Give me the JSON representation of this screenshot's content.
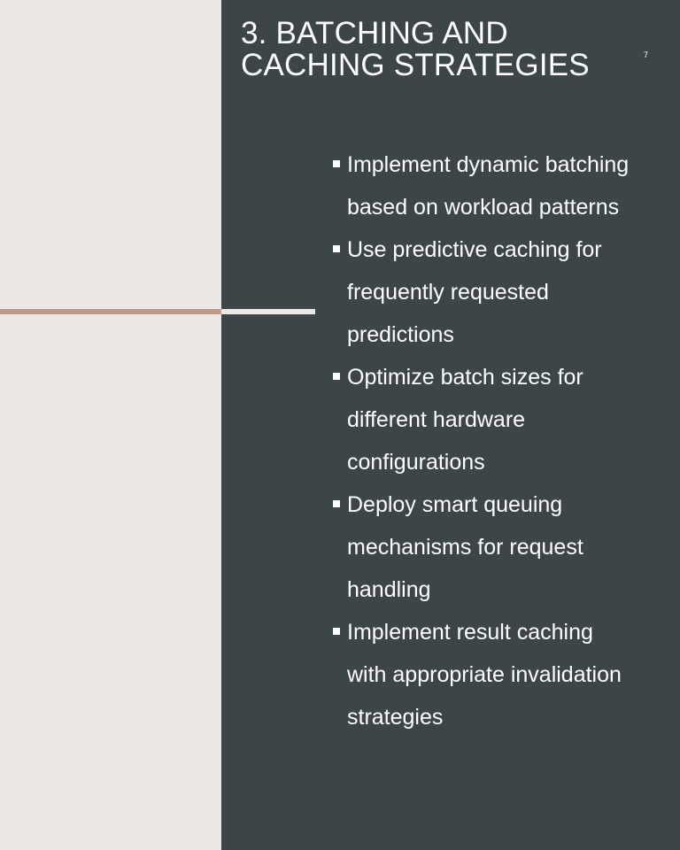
{
  "slide": {
    "title_lines": [
      "3. BATCHING AND",
      "CACHING STRATEGIES"
    ],
    "slide_number": "7",
    "bullets": [
      {
        "lines": [
          "Implement dynamic batching",
          "based on workload patterns"
        ]
      },
      {
        "lines": [
          "Use predictive caching for",
          "frequently requested",
          "predictions"
        ]
      },
      {
        "lines": [
          "Optimize batch sizes for",
          "different hardware",
          "configurations"
        ]
      },
      {
        "lines": [
          "Deploy smart queuing",
          "mechanisms for request",
          "handling"
        ]
      },
      {
        "lines": [
          "Implement result caching",
          "with appropriate invalidation",
          "strategies"
        ]
      }
    ]
  },
  "colors": {
    "background_light": "#ede8e5",
    "panel_dark": "#3c4548",
    "accent_line": "#c09a86",
    "text": "#ffffff"
  }
}
